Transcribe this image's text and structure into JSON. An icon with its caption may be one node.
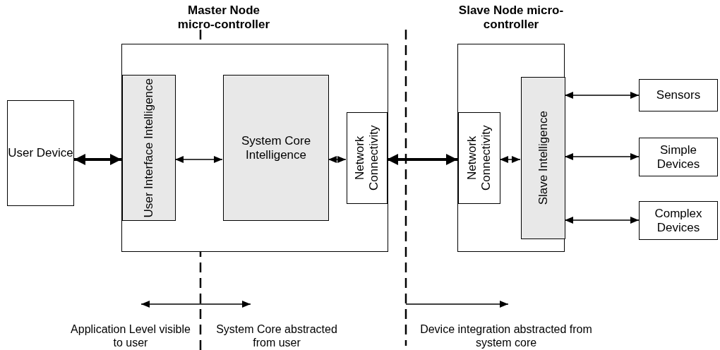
{
  "diagram": {
    "nodes": [
      {
        "text": [
          "User Device"
        ]
      },
      {
        "text": [
          "Master Node micro-controller"
        ]
      },
      {
        "text": [
          "User Interface Intelligence"
        ],
        "in": 1
      },
      {
        "text": [
          "System Core Intelligence"
        ],
        "in": 1
      },
      {
        "text": [
          "Network Connectivity"
        ],
        "in": 1
      },
      {
        "text": [
          "Slave Node micro-controller"
        ]
      },
      {
        "text": [
          "Network Connectivity"
        ],
        "in": 5
      },
      {
        "text": [
          "Slave Intelligence"
        ],
        "in": 5
      },
      {
        "text": [
          "Sensors"
        ]
      },
      {
        "text": [
          "Simple Devices"
        ]
      },
      {
        "text": [
          "Complex Devices"
        ]
      }
    ],
    "edges": [
      {
        "from": 0,
        "to": 2,
        "arrow": "both",
        "style": "thick"
      },
      {
        "from": 2,
        "to": 3,
        "arrow": "both"
      },
      {
        "from": 3,
        "to": 4,
        "arrow": "both"
      },
      {
        "from": 4,
        "to": 6,
        "arrow": "both",
        "style": "thick"
      },
      {
        "from": 6,
        "to": 7,
        "arrow": "both"
      },
      {
        "from": 7,
        "to": 8,
        "arrow": "both"
      },
      {
        "from": 7,
        "to": 9,
        "arrow": "both"
      },
      {
        "from": 7,
        "to": 10,
        "arrow": "both"
      }
    ],
    "labels": [
      "Application Level visible to user",
      "System Core abstracted from user",
      "Device integration abstracted from system core"
    ]
  }
}
